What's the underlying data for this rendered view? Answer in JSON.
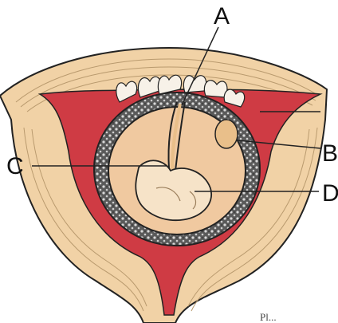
{
  "diagram": {
    "labels": {
      "a": "A",
      "b": "B",
      "c": "C",
      "d": "D"
    },
    "caption": "Pl...",
    "colors": {
      "wall_outer": "#f1d2a6",
      "wall_inner": "#e9bf8a",
      "wall_lines": "#b99a6e",
      "decidua_red": "#cf3b44",
      "chorion_dark": "#3d3d3d",
      "amniotic_cavity": "#f0c9a0",
      "embryo": "#f6e3c8",
      "outline": "#222222"
    }
  }
}
